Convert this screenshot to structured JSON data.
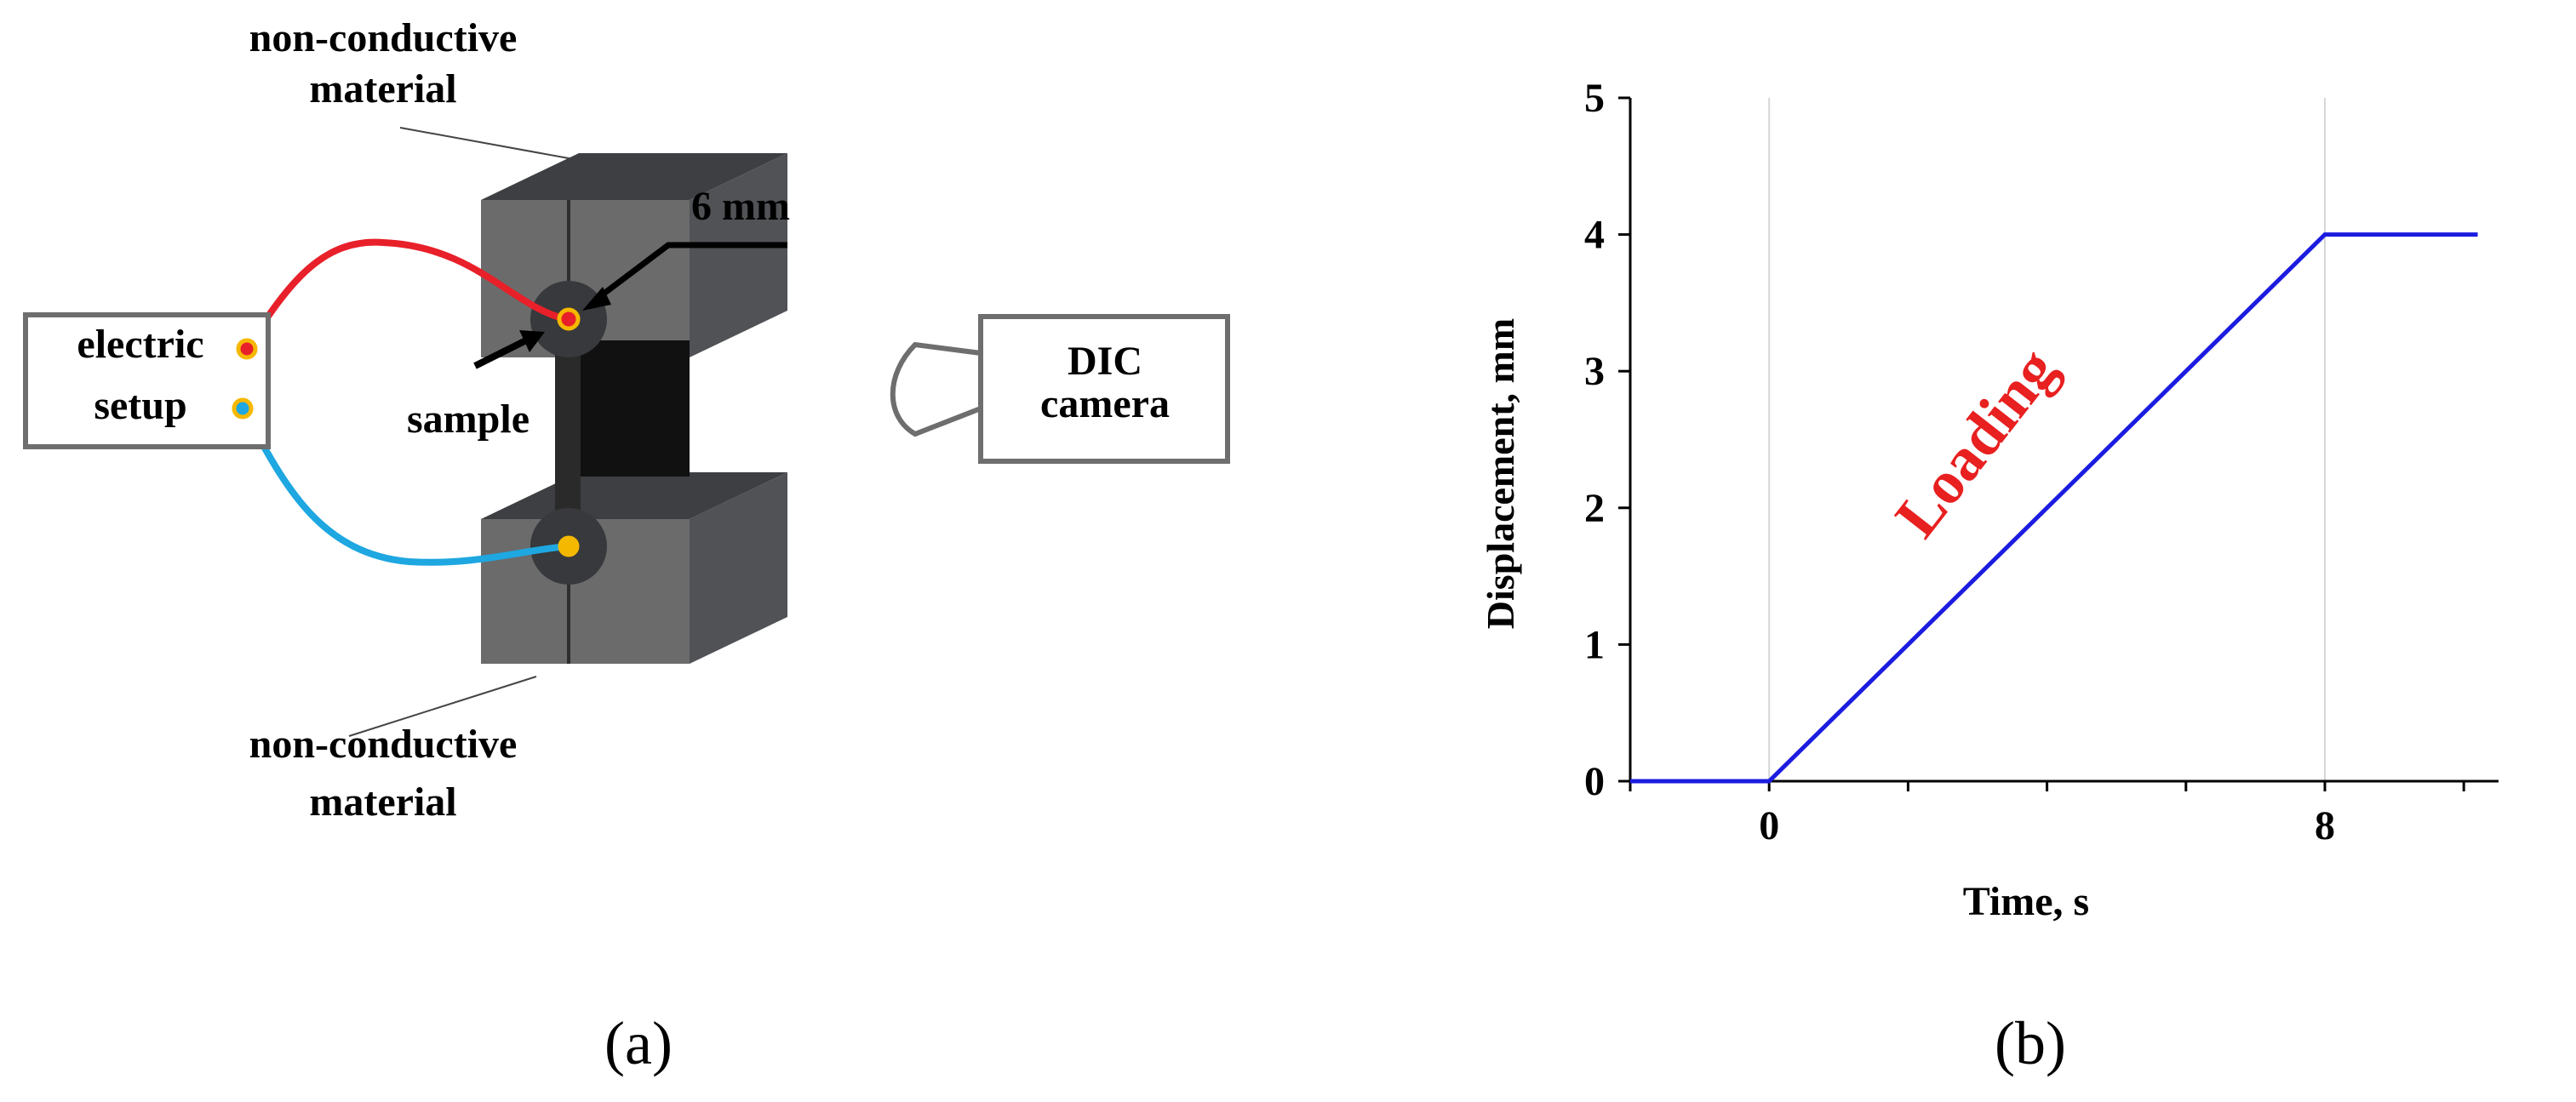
{
  "panel_a": {
    "caption": "(a)",
    "top_material_line1": "non-conductive",
    "top_material_line2": "material",
    "bottom_material_line1": "non-conductive",
    "bottom_material_line2": "material",
    "gauge_label": "6 mm",
    "sample_label": "sample",
    "electric_line1": "electric",
    "electric_line2": "setup",
    "camera_line1": "DIC",
    "camera_line2": "camera",
    "colors": {
      "block": "#6b6b6b",
      "block_top": "#3d3f43",
      "block_side": "#505256",
      "sample": "#111111",
      "wire_positive": "#e8202a",
      "wire_negative": "#1ea7e1",
      "contact": "#f5b800"
    }
  },
  "panel_b": {
    "caption": "(b)",
    "annotation": "Loading",
    "annotation_color": "#e82020"
  },
  "chart_data": {
    "type": "line",
    "xlabel": "Time, s",
    "ylabel": "Displacement, mm",
    "xlim": [
      -2,
      10.5
    ],
    "ylim": [
      0,
      5
    ],
    "x_ticks": [
      0,
      8
    ],
    "y_ticks": [
      0,
      1,
      2,
      3,
      4,
      5
    ],
    "x_gridlines": [
      0,
      8
    ],
    "series": [
      {
        "color": "#1c1ce0",
        "x": [
          -2,
          -0.5,
          0,
          8,
          10.2
        ],
        "y": [
          0,
          0,
          0,
          4,
          4
        ]
      }
    ]
  }
}
